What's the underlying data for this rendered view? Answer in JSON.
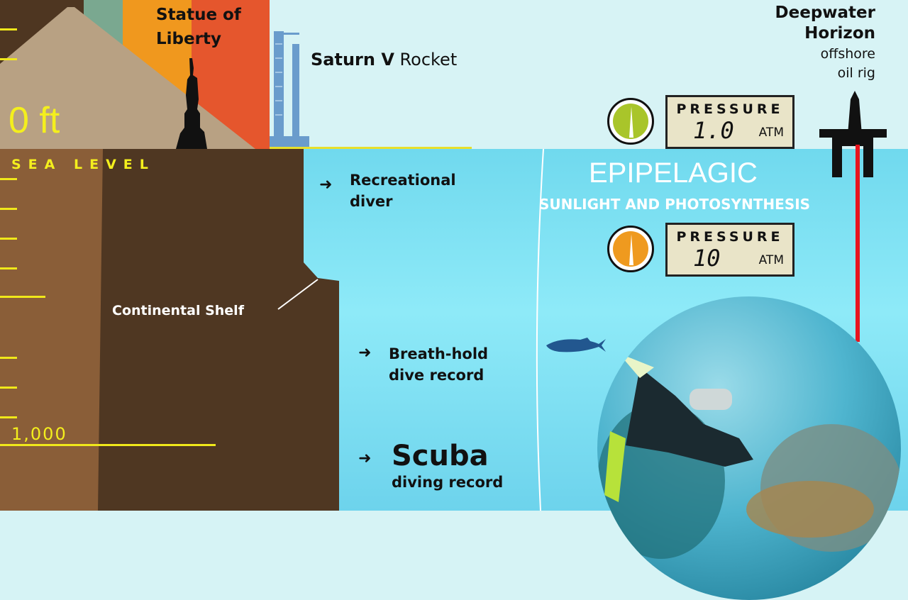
{
  "landmarks": {
    "statue": {
      "line1": "Statue of",
      "line2": "Liberty"
    },
    "rocket": {
      "bold": "Saturn V",
      "normal": "Rocket"
    },
    "rig": {
      "line1": "Deepwater",
      "line2": "Horizon",
      "line3": "offshore",
      "line4": "oil rig"
    }
  },
  "depth_scale": {
    "zero_label": "0 ft",
    "sea_level_label": "SEA LEVEL",
    "marker_label": "1,000"
  },
  "zone": {
    "name": "EPIPELAGIC",
    "subtitle": "SUNLIGHT AND PHOTOSYNTHESIS"
  },
  "pressure_gauges": [
    {
      "title": "PRESSURE",
      "value": "1.0",
      "unit": "ATM",
      "color": "#a9c52a"
    },
    {
      "title": "PRESSURE",
      "value": "10",
      "unit": "ATM",
      "color": "#ef9a1f"
    }
  ],
  "annotations": {
    "continental_shelf": "Continental Shelf",
    "recreational": {
      "line1": "Recreational",
      "line2": "diver"
    },
    "breath_hold": {
      "line1": "Breath-hold",
      "line2": "dive record"
    },
    "scuba": {
      "line1": "Scuba",
      "line2": "diving record"
    }
  },
  "colors": {
    "sky": "#d7f3f5",
    "sea": "#70d9ee",
    "land_dark": "#4e3621",
    "land_light": "#8a5e38",
    "scale_yellow": "#f4ef1d",
    "oil_pipe": "#e8141e"
  }
}
